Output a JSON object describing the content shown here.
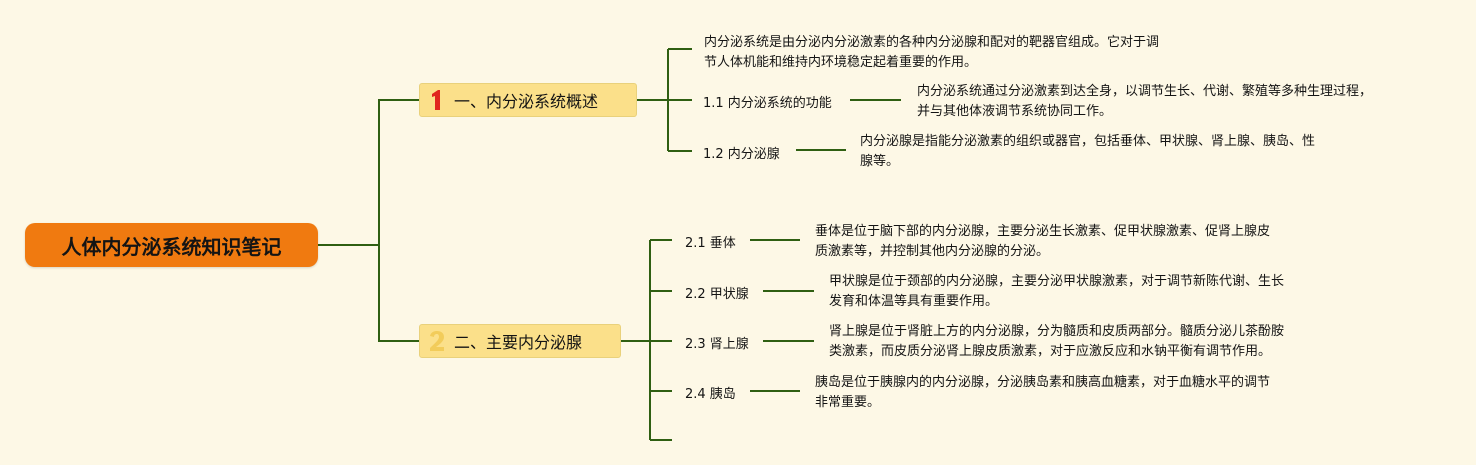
{
  "root": {
    "title": "人体内分泌系统知识笔记"
  },
  "branch1": {
    "label": "一、内分泌系统概述",
    "badge_icon": "number-1-icon",
    "badge_color": "#e0261e",
    "intro_line1": "内分泌系统是由分泌内分泌激素的各种内分泌腺和配对的靶器官组成。它对于调",
    "intro_line2": "节人体机能和维持内环境稳定起着重要的作用。",
    "items": [
      {
        "label": "1.1 内分泌系统的功能",
        "line1": "内分泌系统通过分泌激素到达全身，以调节生长、代谢、繁殖等多种生理过程，",
        "line2": "并与其他体液调节系统协同工作。"
      },
      {
        "label": "1.2 内分泌腺",
        "line1": "内分泌腺是指能分泌激素的组织或器官，包括垂体、甲状腺、肾上腺、胰岛、性",
        "line2": "腺等。"
      }
    ]
  },
  "branch2": {
    "label": "二、主要内分泌腺",
    "badge_icon": "number-2-icon",
    "badge_color": "#f2cc5a",
    "items": [
      {
        "label": "2.1 垂体",
        "line1": "垂体是位于脑下部的内分泌腺，主要分泌生长激素、促甲状腺激素、促肾上腺皮",
        "line2": "质激素等，并控制其他内分泌腺的分泌。"
      },
      {
        "label": "2.2 甲状腺",
        "line1": "甲状腺是位于颈部的内分泌腺，主要分泌甲状腺激素，对于调节新陈代谢、生长",
        "line2": "发育和体温等具有重要作用。"
      },
      {
        "label": "2.3 肾上腺",
        "line1": "肾上腺是位于肾脏上方的内分泌腺，分为髓质和皮质两部分。髓质分泌儿茶酚胺",
        "line2": "类激素，而皮质分泌肾上腺皮质激素，对于应激反应和水钠平衡有调节作用。"
      },
      {
        "label": "2.4 胰岛",
        "line1": "胰岛是位于胰腺内的内分泌腺，分泌胰岛素和胰高血糖素，对于血糖水平的调节",
        "line2": "非常重要。"
      }
    ]
  }
}
